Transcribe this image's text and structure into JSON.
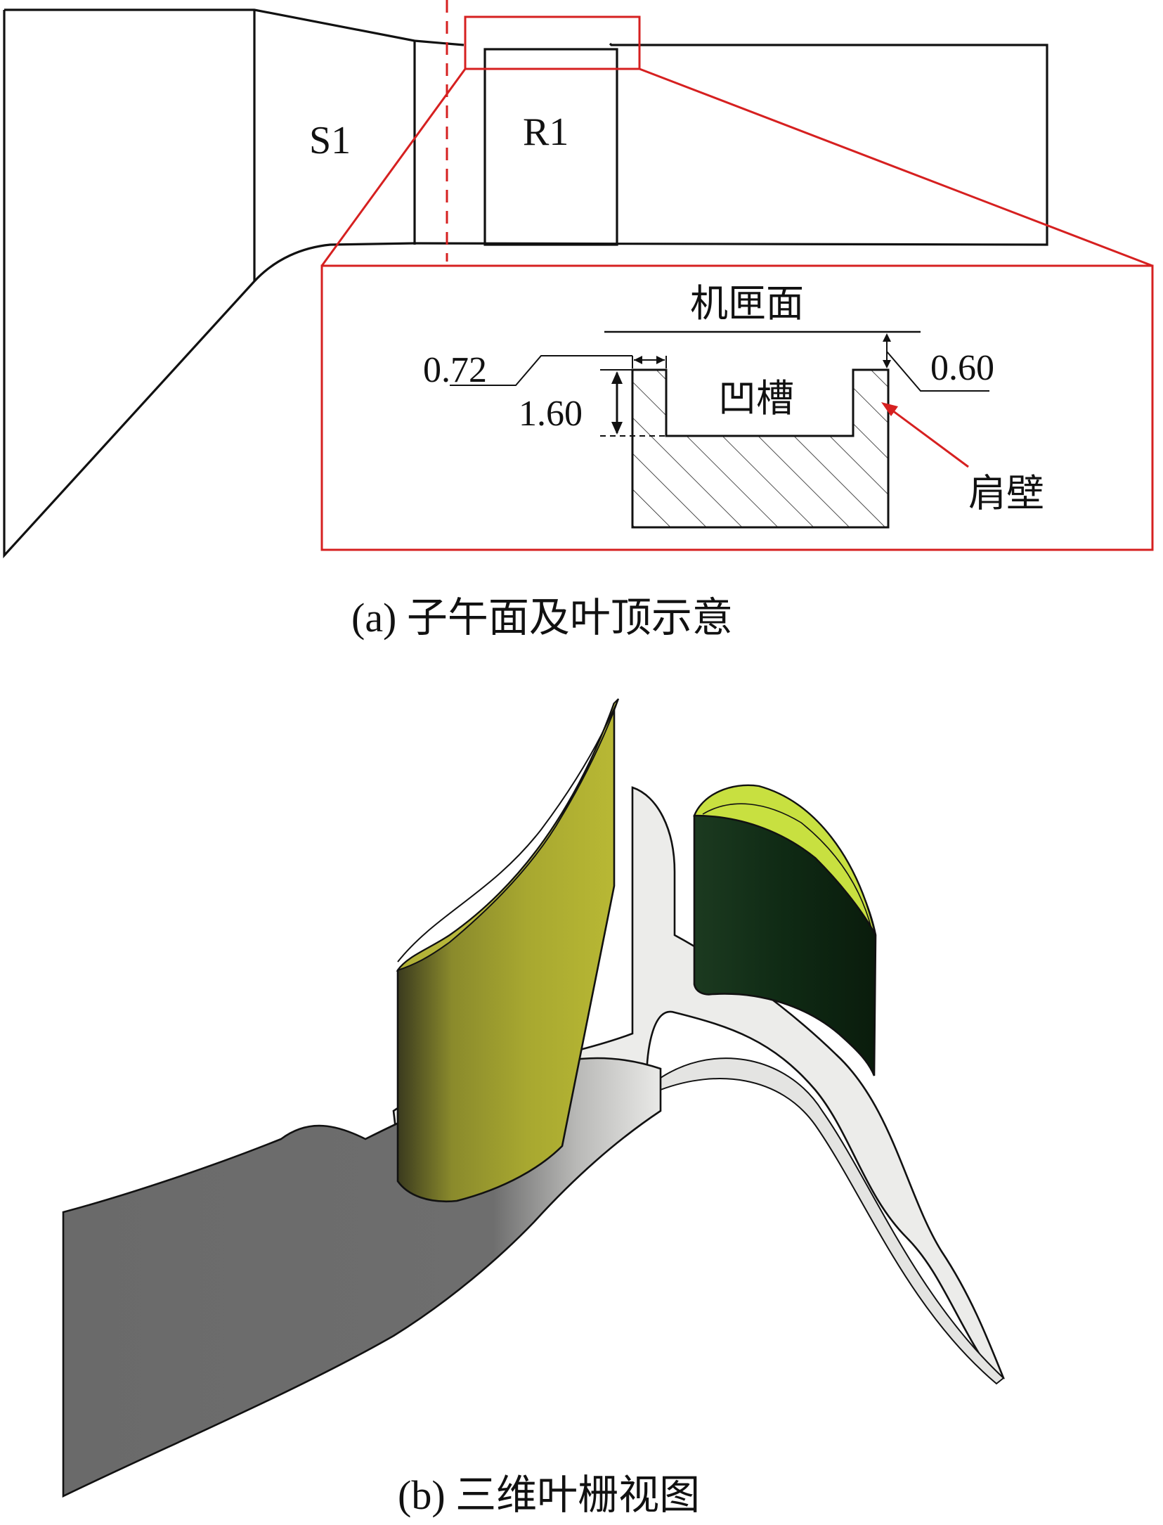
{
  "panel_a": {
    "stator_label": "S1",
    "rotor_label": "R1",
    "casing_label": "机匣面",
    "groove_label": "凹槽",
    "shoulder_label": "肩壁",
    "dim_shoulder_width": "0.72",
    "dim_groove_depth": "1.60",
    "dim_tip_clearance": "0.60",
    "caption": "(a) 子午面及叶顶示意",
    "highlight_color": "#d62020"
  },
  "panel_b": {
    "caption": "(b) 三维叶栅视图",
    "blade_front_color": "#a8a830",
    "blade_rear_color": "#0f2a14",
    "blade_tip_color": "#c8e040",
    "endwall_color": "#ececea"
  }
}
